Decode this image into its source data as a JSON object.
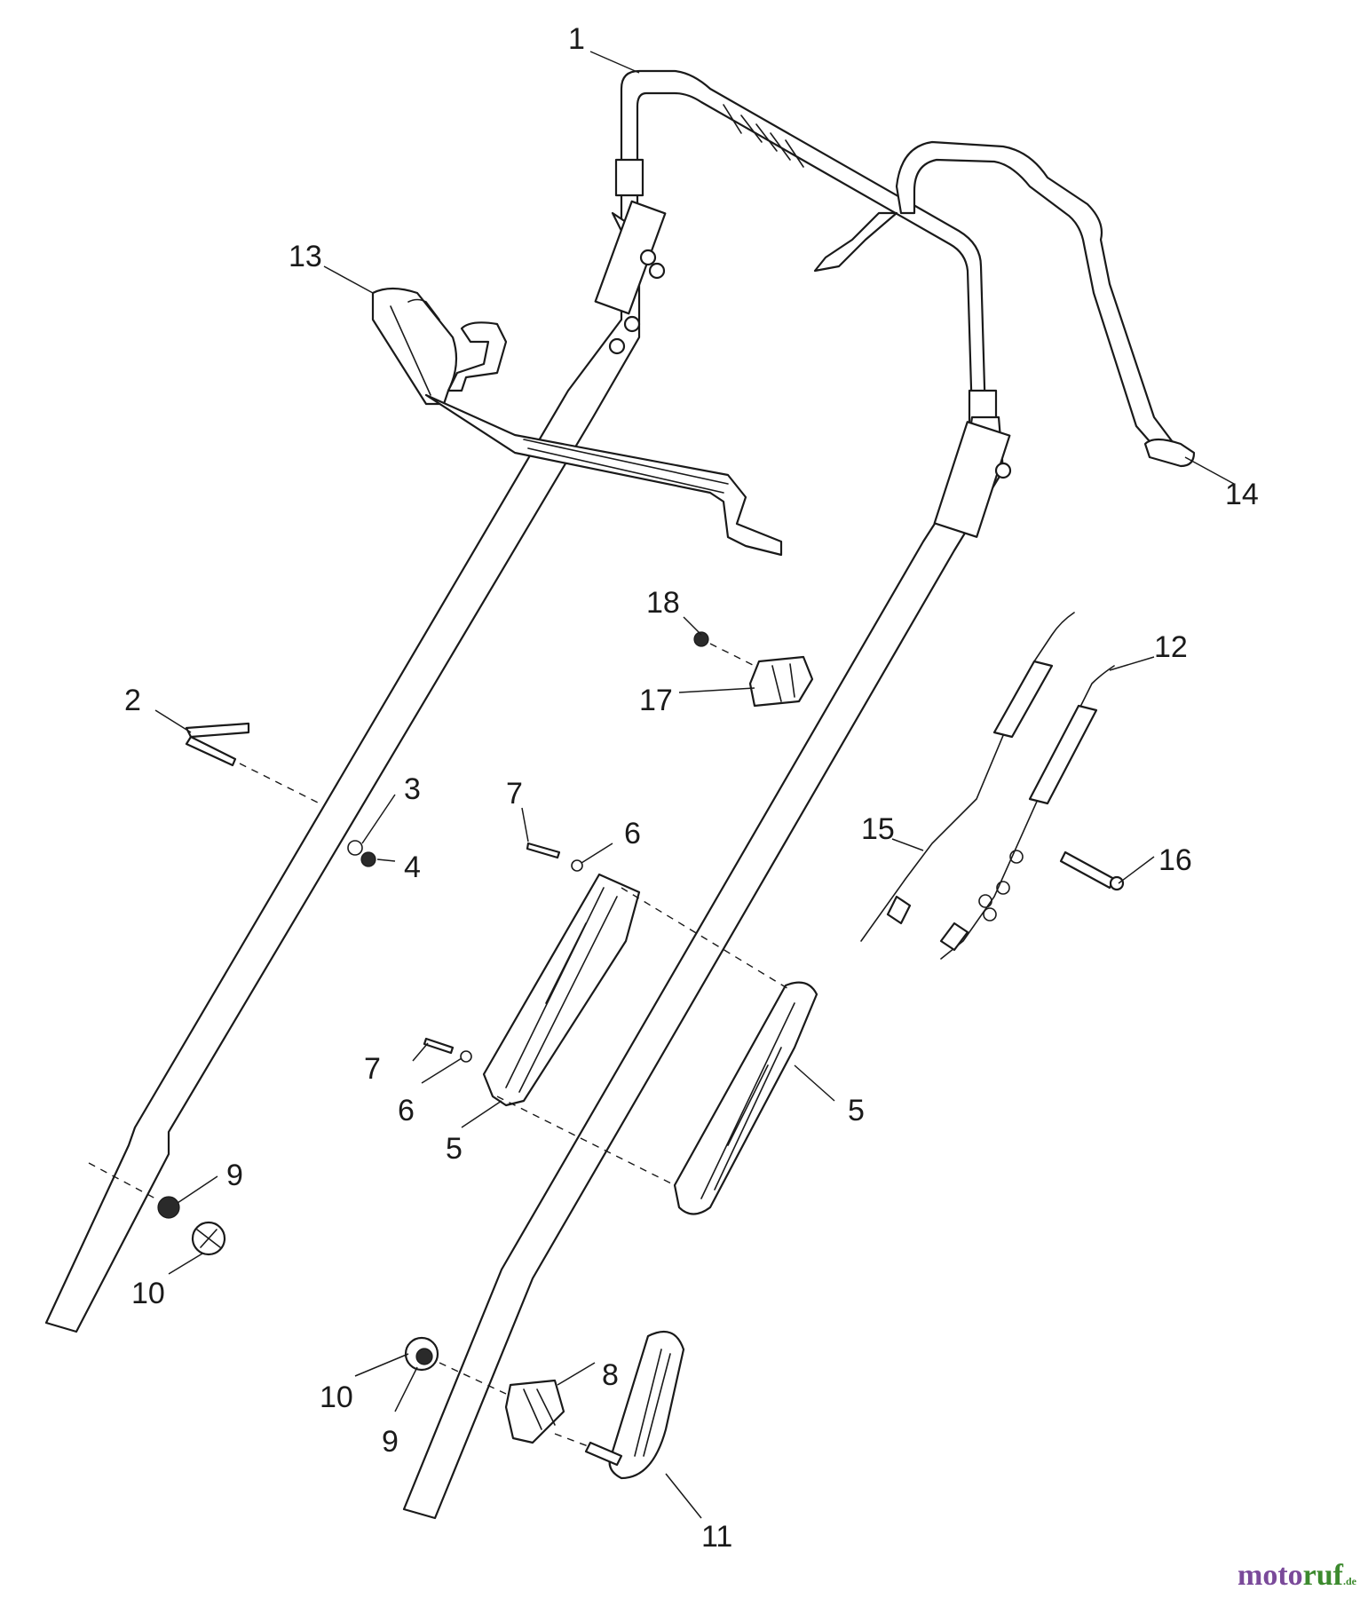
{
  "callouts": {
    "c1": "1",
    "c2": "2",
    "c3": "3",
    "c4": "4",
    "c5a": "5",
    "c5b": "5",
    "c6a": "6",
    "c6b": "6",
    "c7a": "7",
    "c7b": "7",
    "c8": "8",
    "c9a": "9",
    "c9b": "9",
    "c10a": "10",
    "c10b": "10",
    "c11": "11",
    "c12": "12",
    "c13": "13",
    "c14": "14",
    "c15": "15",
    "c16": "16",
    "c17": "17",
    "c18": "18"
  },
  "watermark": {
    "brand_a": "moto",
    "brand_b": "ruf",
    "tld": ".de"
  },
  "colors": {
    "line": "#1a1a1a",
    "logo_purple": "#7a4a9a",
    "logo_green": "#3c8a2e"
  }
}
